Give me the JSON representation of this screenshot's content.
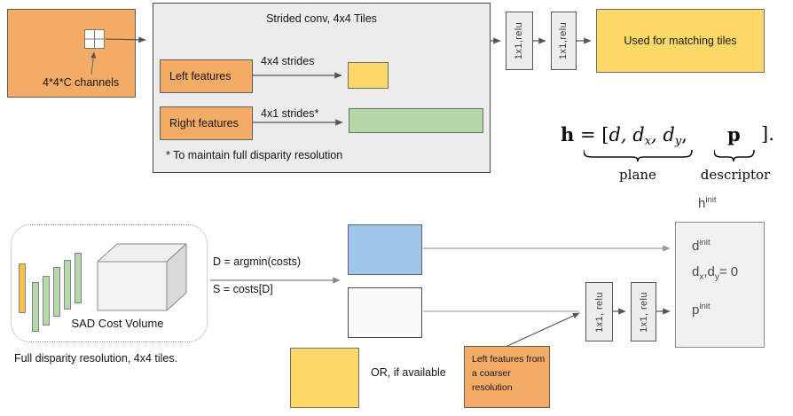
{
  "colors": {
    "orange": "#F4AB66",
    "yellow": "#FCD966",
    "bar_yellow": "#F2C14E",
    "green": "#B6D7A8",
    "blue": "#9FC5E8",
    "panel_gray": "#ECECEC",
    "init_panel_gray": "#F1F1F2"
  },
  "top": {
    "input_label": "4*4*C channels",
    "conv_title": "Strided conv, 4x4 Tiles",
    "left_features_label": "Left features",
    "left_strides_label": "4x4 strides",
    "right_features_label": "Right features",
    "right_strides_label": "4x1 strides*",
    "footnote": "* To maintain full disparity resolution",
    "relu1_label": "1x1,relu",
    "relu2_label": "1x1,relu",
    "matching_label": "Used for matching tiles"
  },
  "formula": {
    "lhs": "h",
    "rel": " = ",
    "open": "[",
    "d1": "d, d",
    "sub_x": "x",
    "d2": ", d",
    "sub_y": "y",
    "comma": ",",
    "p": "p",
    "close": "].",
    "plane_label": "plane",
    "descriptor_label": "descriptor"
  },
  "bottom": {
    "sad_label": "SAD Cost Volume",
    "caption": "Full disparity resolution, 4x4 tiles.",
    "argmin_label": "D = argmin(costs)",
    "costs_label": "S = costs[D]",
    "relu1_label": "1x1, relu",
    "relu2_label": "1x1, relu",
    "or_label": "OR, if available",
    "coarser_lines": [
      "Left features from",
      "a coarser",
      "resolution"
    ],
    "hinit": {
      "base": "h",
      "sup": "init"
    },
    "dinit": {
      "base": "d",
      "sup": "init"
    },
    "dxy": {
      "d1": "d",
      "sub1": "x",
      "mid": ",d",
      "sub2": "y",
      "tail": "= 0"
    },
    "pinit": {
      "base": "p",
      "sup": "init"
    }
  }
}
